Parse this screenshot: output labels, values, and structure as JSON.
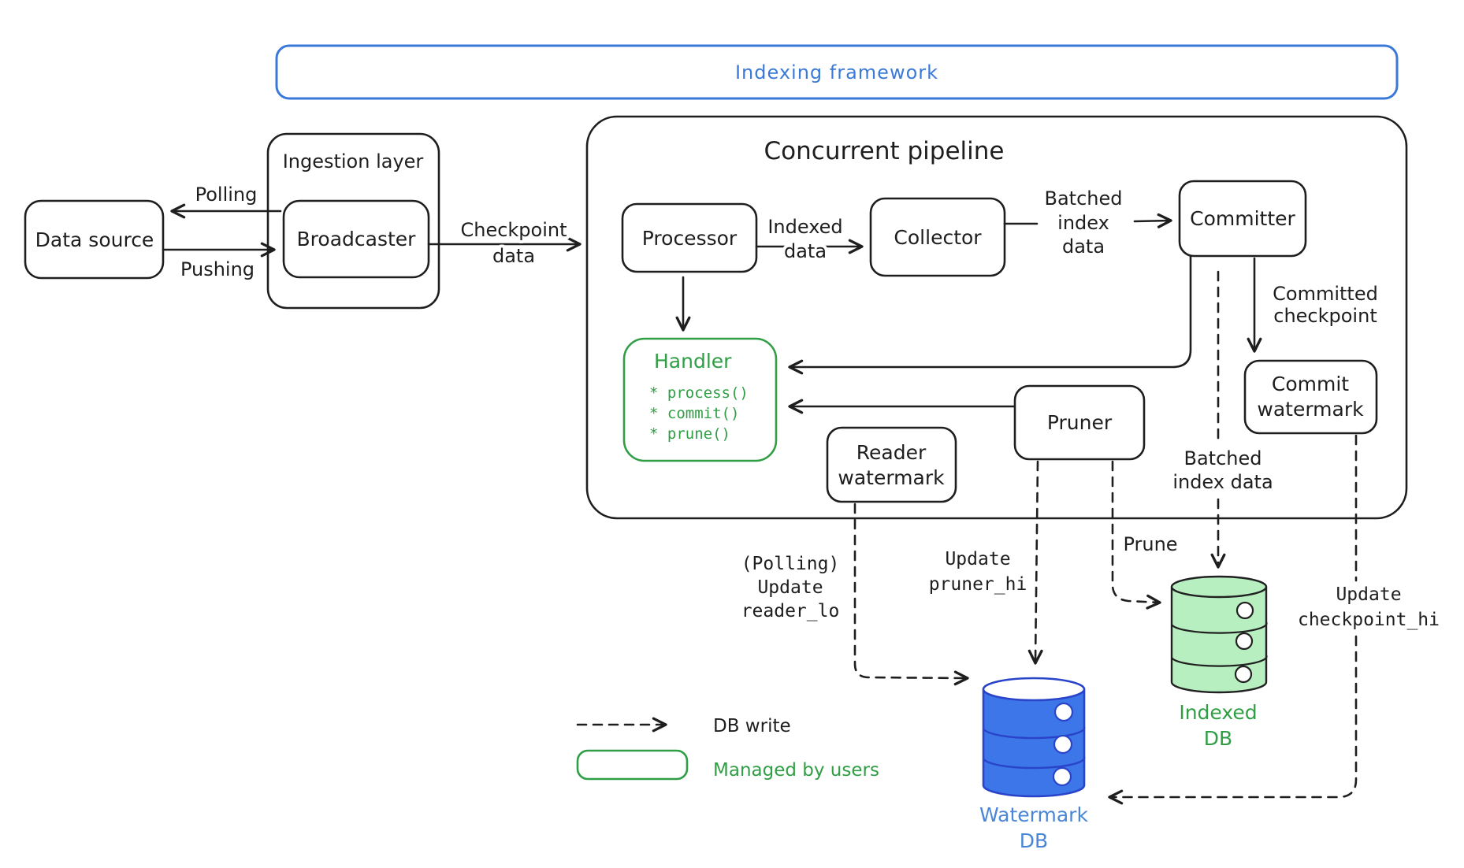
{
  "title": {
    "framework": "Indexing framework"
  },
  "groups": {
    "ingestion_layer": "Ingestion layer",
    "concurrent_pipeline": "Concurrent pipeline"
  },
  "nodes": {
    "data_source": "Data source",
    "broadcaster": "Broadcaster",
    "processor": "Processor",
    "collector": "Collector",
    "committer": "Committer",
    "handler": {
      "title": "Handler",
      "methods": [
        "* process()",
        "* commit()",
        "* prune()"
      ]
    },
    "reader_watermark": [
      "Reader",
      "watermark"
    ],
    "pruner": "Pruner",
    "commit_watermark": [
      "Commit",
      "watermark"
    ]
  },
  "databases": {
    "watermark_db": [
      "Watermark",
      "DB"
    ],
    "indexed_db": [
      "Indexed",
      "DB"
    ]
  },
  "edges": {
    "polling": "Polling",
    "pushing": "Pushing",
    "checkpoint_data": [
      "Checkpoint",
      "data"
    ],
    "indexed_data": [
      "Indexed",
      "data"
    ],
    "batched_index_data": [
      "Batched",
      "index",
      "data"
    ],
    "committed_checkpoint": [
      "Committed",
      "checkpoint"
    ],
    "batched_index_data_db": [
      "Batched",
      "index data"
    ],
    "prune": "Prune",
    "update_reader_lo": [
      "(Polling)",
      "Update",
      "reader_lo"
    ],
    "update_pruner_hi": [
      "Update",
      "pruner_hi"
    ],
    "update_checkpoint_hi": [
      "Update",
      "checkpoint_hi"
    ]
  },
  "legend": {
    "db_write": "DB write",
    "managed_by_users": "Managed by users"
  },
  "colors": {
    "ink": "#1e1e1e",
    "accent_blue": "#3b79d9",
    "accent_green": "#2f9e44",
    "indexed_db_fill": "#b7efc1",
    "watermark_db_fill": "#3d76e8",
    "watermark_db_stroke": "#2944c9",
    "watermark_db_label": "#4a86d8"
  }
}
